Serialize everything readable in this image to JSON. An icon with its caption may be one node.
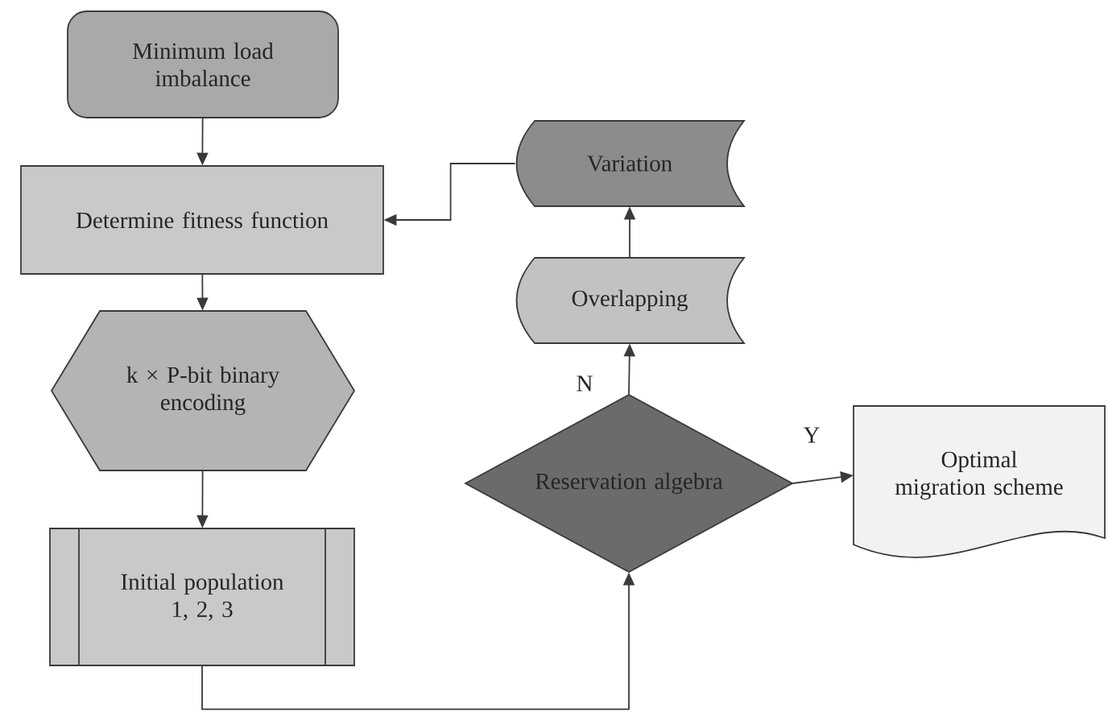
{
  "diagram": {
    "nodes": [
      {
        "text": [
          "Minimum load imbalance"
        ]
      },
      {
        "text": [
          "Determine fitness function"
        ]
      },
      {
        "text": [
          "k × P-bit binary encoding"
        ]
      },
      {
        "text": [
          "Initial population 1, 2, 3"
        ]
      },
      {
        "text": [
          "Variation"
        ]
      },
      {
        "text": [
          "Overlapping"
        ]
      },
      {
        "text": [
          "Reservation algebra"
        ]
      },
      {
        "text": [
          "Optimal migration scheme"
        ]
      }
    ],
    "edges": [
      {
        "from": 0,
        "to": 1,
        "arrow": "to"
      },
      {
        "from": 1,
        "to": 2,
        "arrow": "to"
      },
      {
        "from": 2,
        "to": 3,
        "arrow": "to"
      },
      {
        "from": 3,
        "to": 6,
        "arrow": "to"
      },
      {
        "from": 6,
        "to": 5,
        "arrow": "to",
        "label": "N"
      },
      {
        "from": 5,
        "to": 4,
        "arrow": "to"
      },
      {
        "from": 4,
        "to": 1,
        "arrow": "to"
      },
      {
        "from": 6,
        "to": 7,
        "arrow": "to",
        "label": "Y"
      }
    ]
  }
}
